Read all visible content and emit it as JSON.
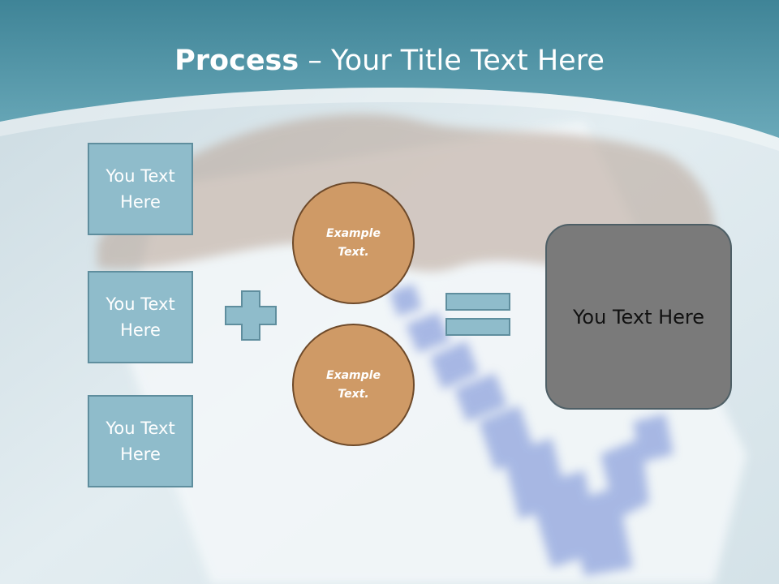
{
  "slide": {
    "title_strong": "Process",
    "title_rest": " – Your Title Text Here",
    "left_boxes": [
      {
        "label": "You Text Here"
      },
      {
        "label": "You Text Here"
      },
      {
        "label": "You Text Here"
      }
    ],
    "circles": [
      {
        "label": "Example Text."
      },
      {
        "label": "Example Text."
      }
    ],
    "result_label": "You Text Here",
    "symbols": {
      "plus": "plus-icon",
      "equals": "equals-icon"
    },
    "colors": {
      "header": "#4f93a6",
      "box_fill": "#8fbccb",
      "box_border": "#5f8e9e",
      "circle_fill": "#cf9a66",
      "circle_border": "#6e4a2a",
      "result_fill": "#7a7a7a"
    }
  }
}
